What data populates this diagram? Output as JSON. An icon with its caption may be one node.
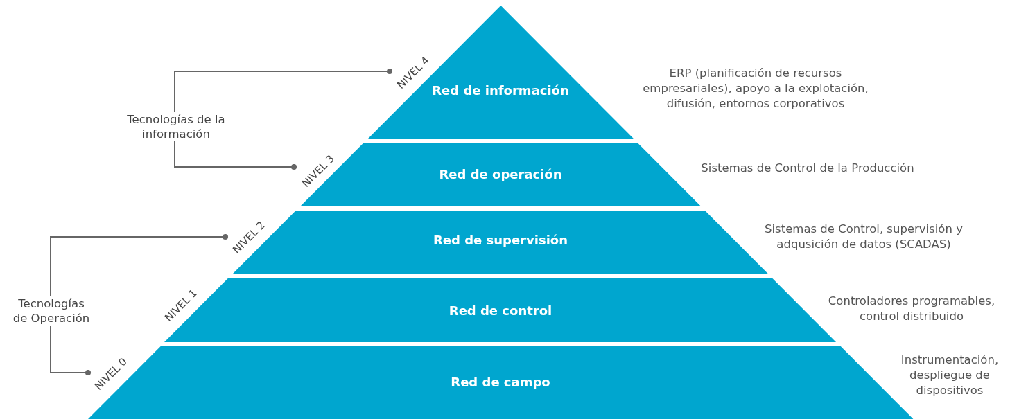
{
  "diagram": {
    "nodes": [
      {
        "text": [
          "Red de información"
        ],
        "beside": [
          "ERP (planificación de recursos empresariales), apoyo a la explotación, difusión, entornos corporativos"
        ]
      },
      {
        "text": [
          "Red de operación"
        ],
        "beside": [
          "Sistemas de Control de la Producción"
        ]
      },
      {
        "text": [
          "Red de supervisión"
        ],
        "beside": [
          "Sistemas de Control, supervisión y adqusición de datos (SCADAS)"
        ]
      },
      {
        "text": [
          "Red de control"
        ],
        "beside": [
          "Controladores programables, control distribuido"
        ]
      },
      {
        "text": [
          "Red de campo"
        ],
        "beside": [
          "Instrumentación, despliegue de dispositivos"
        ]
      },
      {
        "text": [
          "NIVEL 4"
        ]
      },
      {
        "text": [
          "NIVEL 3"
        ]
      },
      {
        "text": [
          "NIVEL 2"
        ]
      },
      {
        "text": [
          "NIVEL 1"
        ]
      },
      {
        "text": [
          "NIVEL 0"
        ]
      },
      {
        "text": [
          "Tecnologías de la información"
        ]
      },
      {
        "text": [
          "Tecnologías de Operación"
        ]
      }
    ],
    "edges": [
      {
        "from": 10,
        "to": 5,
        "arrow": "other"
      },
      {
        "from": 10,
        "to": 6,
        "arrow": "other"
      },
      {
        "from": 11,
        "to": 7,
        "arrow": "other"
      },
      {
        "from": 11,
        "to": 9,
        "arrow": "other"
      }
    ]
  }
}
